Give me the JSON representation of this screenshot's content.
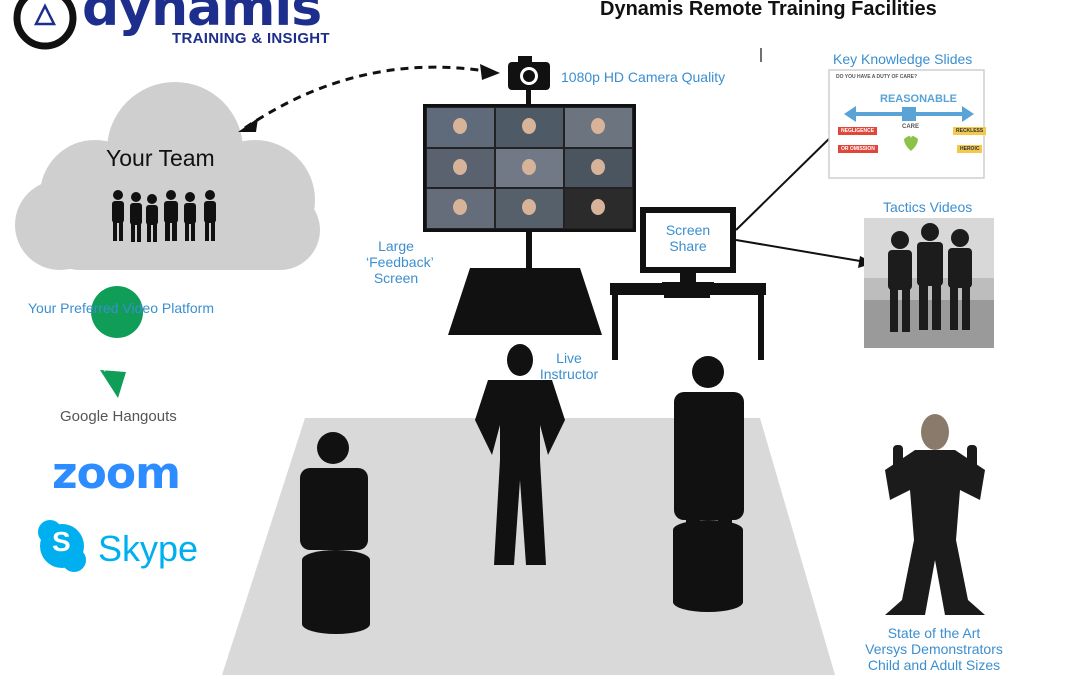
{
  "header": {
    "title": "Dynamis Remote Training Facilities",
    "brand_name": "dynamis",
    "brand_tagline": "TRAINING & INSIGHT"
  },
  "cloud": {
    "title": "Your Team"
  },
  "labels": {
    "camera": "1080p HD Camera Quality",
    "feedback_screen": [
      "Large",
      "‘Feedback’",
      "Screen"
    ],
    "screen_share": [
      "Screen",
      "Share"
    ],
    "live_instructor": [
      "Live",
      "Instructor"
    ],
    "video_platform": "Your Preferred Video Platform",
    "key_slides": "Key Knowledge Slides",
    "tactics_videos": "Tactics Videos",
    "demonstrators": [
      "State of the Art",
      "Versys Demonstrators",
      "Child and Adult Sizes"
    ]
  },
  "platforms": {
    "hangouts": "Google Hangouts",
    "zoom": "zoom",
    "skype": "Skype"
  },
  "slide": {
    "question": "DO YOU HAVE A DUTY OF CARE?",
    "heading": "REASONABLE",
    "center": "CARE",
    "left_items": [
      "NEGLIGENCE",
      "OR OMISSION"
    ],
    "right_items": [
      "RECKLESS",
      "HEROIC"
    ]
  },
  "colors": {
    "label_blue": "#3b8fd0",
    "brand_navy": "#1e2e8c",
    "zoom_blue": "#2d8cff",
    "skype_blue": "#00aff0",
    "hangouts_green": "#0f9d58",
    "floor_grey": "#d9d9d9",
    "cloud_grey": "#cfcfcf"
  }
}
